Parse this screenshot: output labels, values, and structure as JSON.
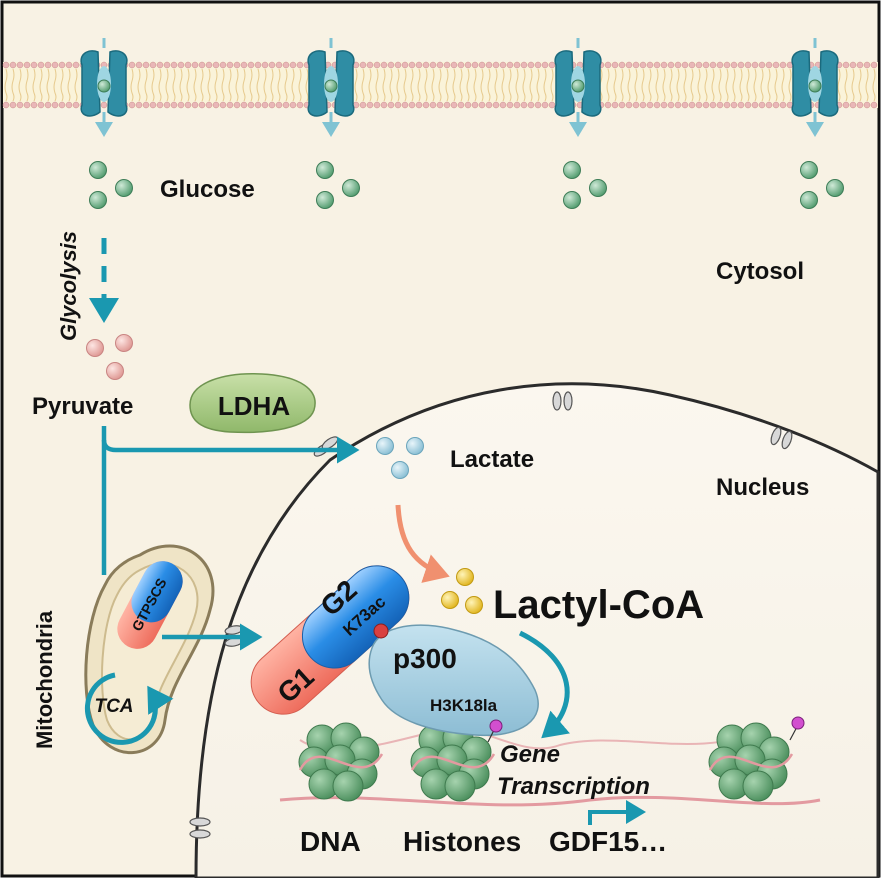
{
  "labels": {
    "glucose": "Glucose",
    "glycolysis": "Glycolysis",
    "cytosol": "Cytosol",
    "pyruvate": "Pyruvate",
    "ldha": "LDHA",
    "lactate": "Lactate",
    "nucleus": "Nucleus",
    "mitochondria": "Mitochondria",
    "gtpscs": "GTPSCS",
    "tca": "TCA",
    "g2": "G2",
    "k73ac": "K73ac",
    "g1": "G1",
    "p300": "p300",
    "h3k18la": "H3K18la",
    "lactyl_coa": "Lactyl-CoA",
    "gene": "Gene",
    "transcription": "Transcription",
    "dna": "DNA",
    "histones": "Histones",
    "gdf15": "GDF15…"
  },
  "colors": {
    "cytosol_bg": "#f8f2e4",
    "membrane_head": "#e9b7b7",
    "transporter": "#2b8aa0",
    "glucose": "#6fb38b",
    "pyruvate": "#f1b2ae",
    "lactate": "#a9d4e4",
    "lactyl_coa": "#f2cd3a",
    "arrow_teal": "#1a98b0",
    "arrow_salmon": "#f0906f",
    "ldha": "#a9c883",
    "mito_outer": "#d8c59a",
    "g2": "#1e7fdc",
    "g1": "#f07a6a",
    "p300": "#9fc9de",
    "nucleosome": "#6aa878",
    "dna": "#e39aa0"
  }
}
